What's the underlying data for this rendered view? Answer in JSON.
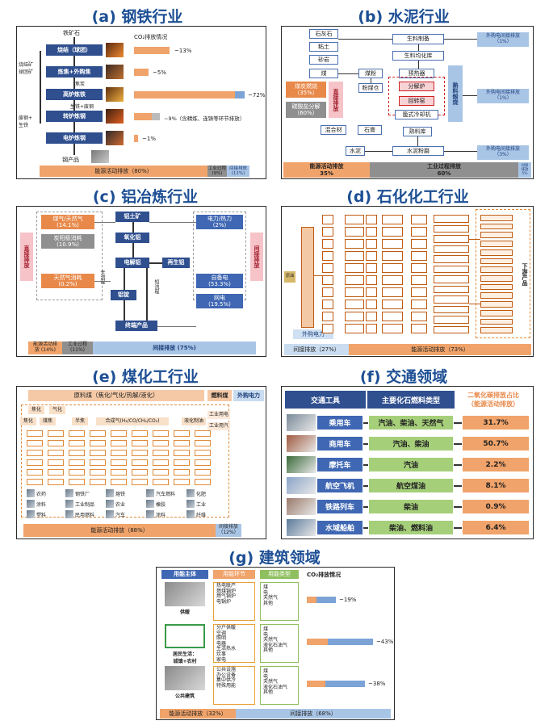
{
  "titles": {
    "a": "(a) 钢铁行业",
    "b": "(b) 水泥行业",
    "c": "(c) 铝冶炼行业",
    "d": "(d) 石化化工行业",
    "e": "(e) 煤化工行业",
    "f": "(f) 交通领域",
    "g": "(g) 建筑领域"
  },
  "steel": {
    "input": "铁矿石",
    "side_left_1": "烧结矿\n球团矿",
    "side_left_2": "废钢+\n生铁",
    "stages": [
      "烧结（球团）",
      "炼焦+外购焦",
      "高炉炼铁",
      "转炉炼钢",
      "电炉炼钢"
    ],
    "mid_label_coke": "焦炭",
    "mid_label_iron": "生铁+废钢",
    "output": "钢产品",
    "co2_title": "CO₂排放情况",
    "pcts": [
      "~13%",
      "~5%",
      "~72%",
      "~9%（含精炼、连铸等环节排放）",
      "~1%"
    ],
    "bottom": {
      "energy": "能源活动排放（80%）",
      "process": "工业过程\n(9%)",
      "indirect": "间接排放\n(11%)"
    }
  },
  "cement": {
    "raw": [
      "石灰石",
      "粘土",
      "砂岩"
    ],
    "steps": [
      "生料制备",
      "生料均化库",
      "预热器",
      "分解炉",
      "回转窑",
      "篦式冷却机",
      "熟料库",
      "水泥粉磨"
    ],
    "coal": "煤",
    "coal_powder": "煤粉",
    "coal_bin": "粉煤仓",
    "fuel_label": "煤炭燃烧\n（35%）",
    "carbonate_label": "碳酸盐分解\n（60%）",
    "direct": "直接排放",
    "clinker": "熟料煅烧",
    "materials": [
      "混合材",
      "石膏"
    ],
    "cement_label": "水泥",
    "buy_power": [
      "外购电间接排放\n（1%）",
      "外购电间接排放\n（1%）",
      "外购电间接排放\n（3%）"
    ],
    "bottom": {
      "energy": "能源活动排放\n35%",
      "process": "工业过程排放\n60%",
      "indirect": "间接\n排放\n5%"
    }
  },
  "aluminum": {
    "direct": "直接排放",
    "indirect": "间接排放",
    "left_items": [
      "煤气/天然气\n(14.1%)",
      "炭阳极消耗\n(10.9%)",
      "天然气消耗\n(0.2%)"
    ],
    "right_items": [
      "电力/热力\n(2%)",
      "自备电\n(53.3%)",
      "网电\n(19.5%)"
    ],
    "flow": [
      "铝土矿",
      "氧化铝",
      "电解铝",
      "再生铝",
      "铝锭",
      "终端产品"
    ],
    "side_labels": [
      "长流程",
      "短流程"
    ],
    "bottom": {
      "energy": "能源活动排\n放 (14%)",
      "process": "工业过程\n(11%)",
      "indirect": "间接排放 (75%)"
    }
  },
  "petro": {
    "left_label": "原油",
    "right_label": "下游产品",
    "buy_power": "外购电力",
    "bottom": {
      "indirect": "间接排放（27%）",
      "energy": "能源活动排放（73%）"
    }
  },
  "coalchem": {
    "top": "原料煤（焦化/气化/热解/液化）",
    "fuel": "燃料煤",
    "power": "外购电力",
    "row1": [
      "焦化",
      "气化",
      "焦化",
      "煤焦",
      "半焦",
      "合成气(H₂/CO/CH₄/CO₂)",
      "液化制油"
    ],
    "right": [
      "工业用电",
      "工业用汽"
    ],
    "products": [
      "农药",
      "钢铁厂",
      "熔铁",
      "汽车燃料",
      "化肥",
      "涂料",
      "工业制品",
      "农业",
      "橡胶",
      "工业",
      "塑料",
      "民用燃料",
      "汽车",
      "涂料",
      "纤维",
      "冷轧"
    ],
    "bottom": {
      "energy": "能源活动排放（88%）",
      "indirect": "间接排放\n（12%）"
    }
  },
  "transport": {
    "headers": [
      "交通工具",
      "主要化石燃料类型",
      "二氧化碳排放占比\n（能源活动排放）"
    ],
    "rows": [
      {
        "vehicle": "乘用车",
        "fuel": "汽油、柴油、天然气",
        "share": "31.7%"
      },
      {
        "vehicle": "商用车",
        "fuel": "汽油、柴油",
        "share": "50.7%"
      },
      {
        "vehicle": "摩托车",
        "fuel": "汽油",
        "share": "2.2%"
      },
      {
        "vehicle": "航空飞机",
        "fuel": "航空煤油",
        "share": "8.1%"
      },
      {
        "vehicle": "铁路列车",
        "fuel": "柴油",
        "share": "0.9%"
      },
      {
        "vehicle": "水域船舶",
        "fuel": "柴油、燃料油",
        "share": "6.4%"
      }
    ]
  },
  "building": {
    "headers": [
      "用能主体",
      "用能环节",
      "用能类型",
      "CO₂排放情况"
    ],
    "rows": [
      {
        "subject": "供暖",
        "steps": "热电联产\n燃煤锅炉\n燃气锅炉\n电锅炉",
        "types": "煤\n电\n天然气\n其他",
        "pct": "~19%"
      },
      {
        "subject": "居民生活：\n城镇+农村",
        "steps": "分户供暖\n空调\n照明\n电器\n生活热水\n炊事\n家电",
        "types": "煤\n电\n天然气\n液化石油气\n其他",
        "pct": "~43%"
      },
      {
        "subject": "公共建筑",
        "steps": "公共设施\n办公设备\n集中供冷\n特殊用能",
        "types": "煤\n电\n天然气\n液化石油气\n其他",
        "pct": "~38%"
      }
    ],
    "bottom": {
      "energy": "能源活动排放（32%）",
      "indirect": "间接排放（68%）"
    }
  },
  "colors": {
    "navy": "#2f4f8f",
    "orange": "#f0a36a",
    "gray": "#8f8f8f",
    "lightblue": "#a9c5e6",
    "green": "#a6cf7a",
    "title": "#1d4f94"
  }
}
